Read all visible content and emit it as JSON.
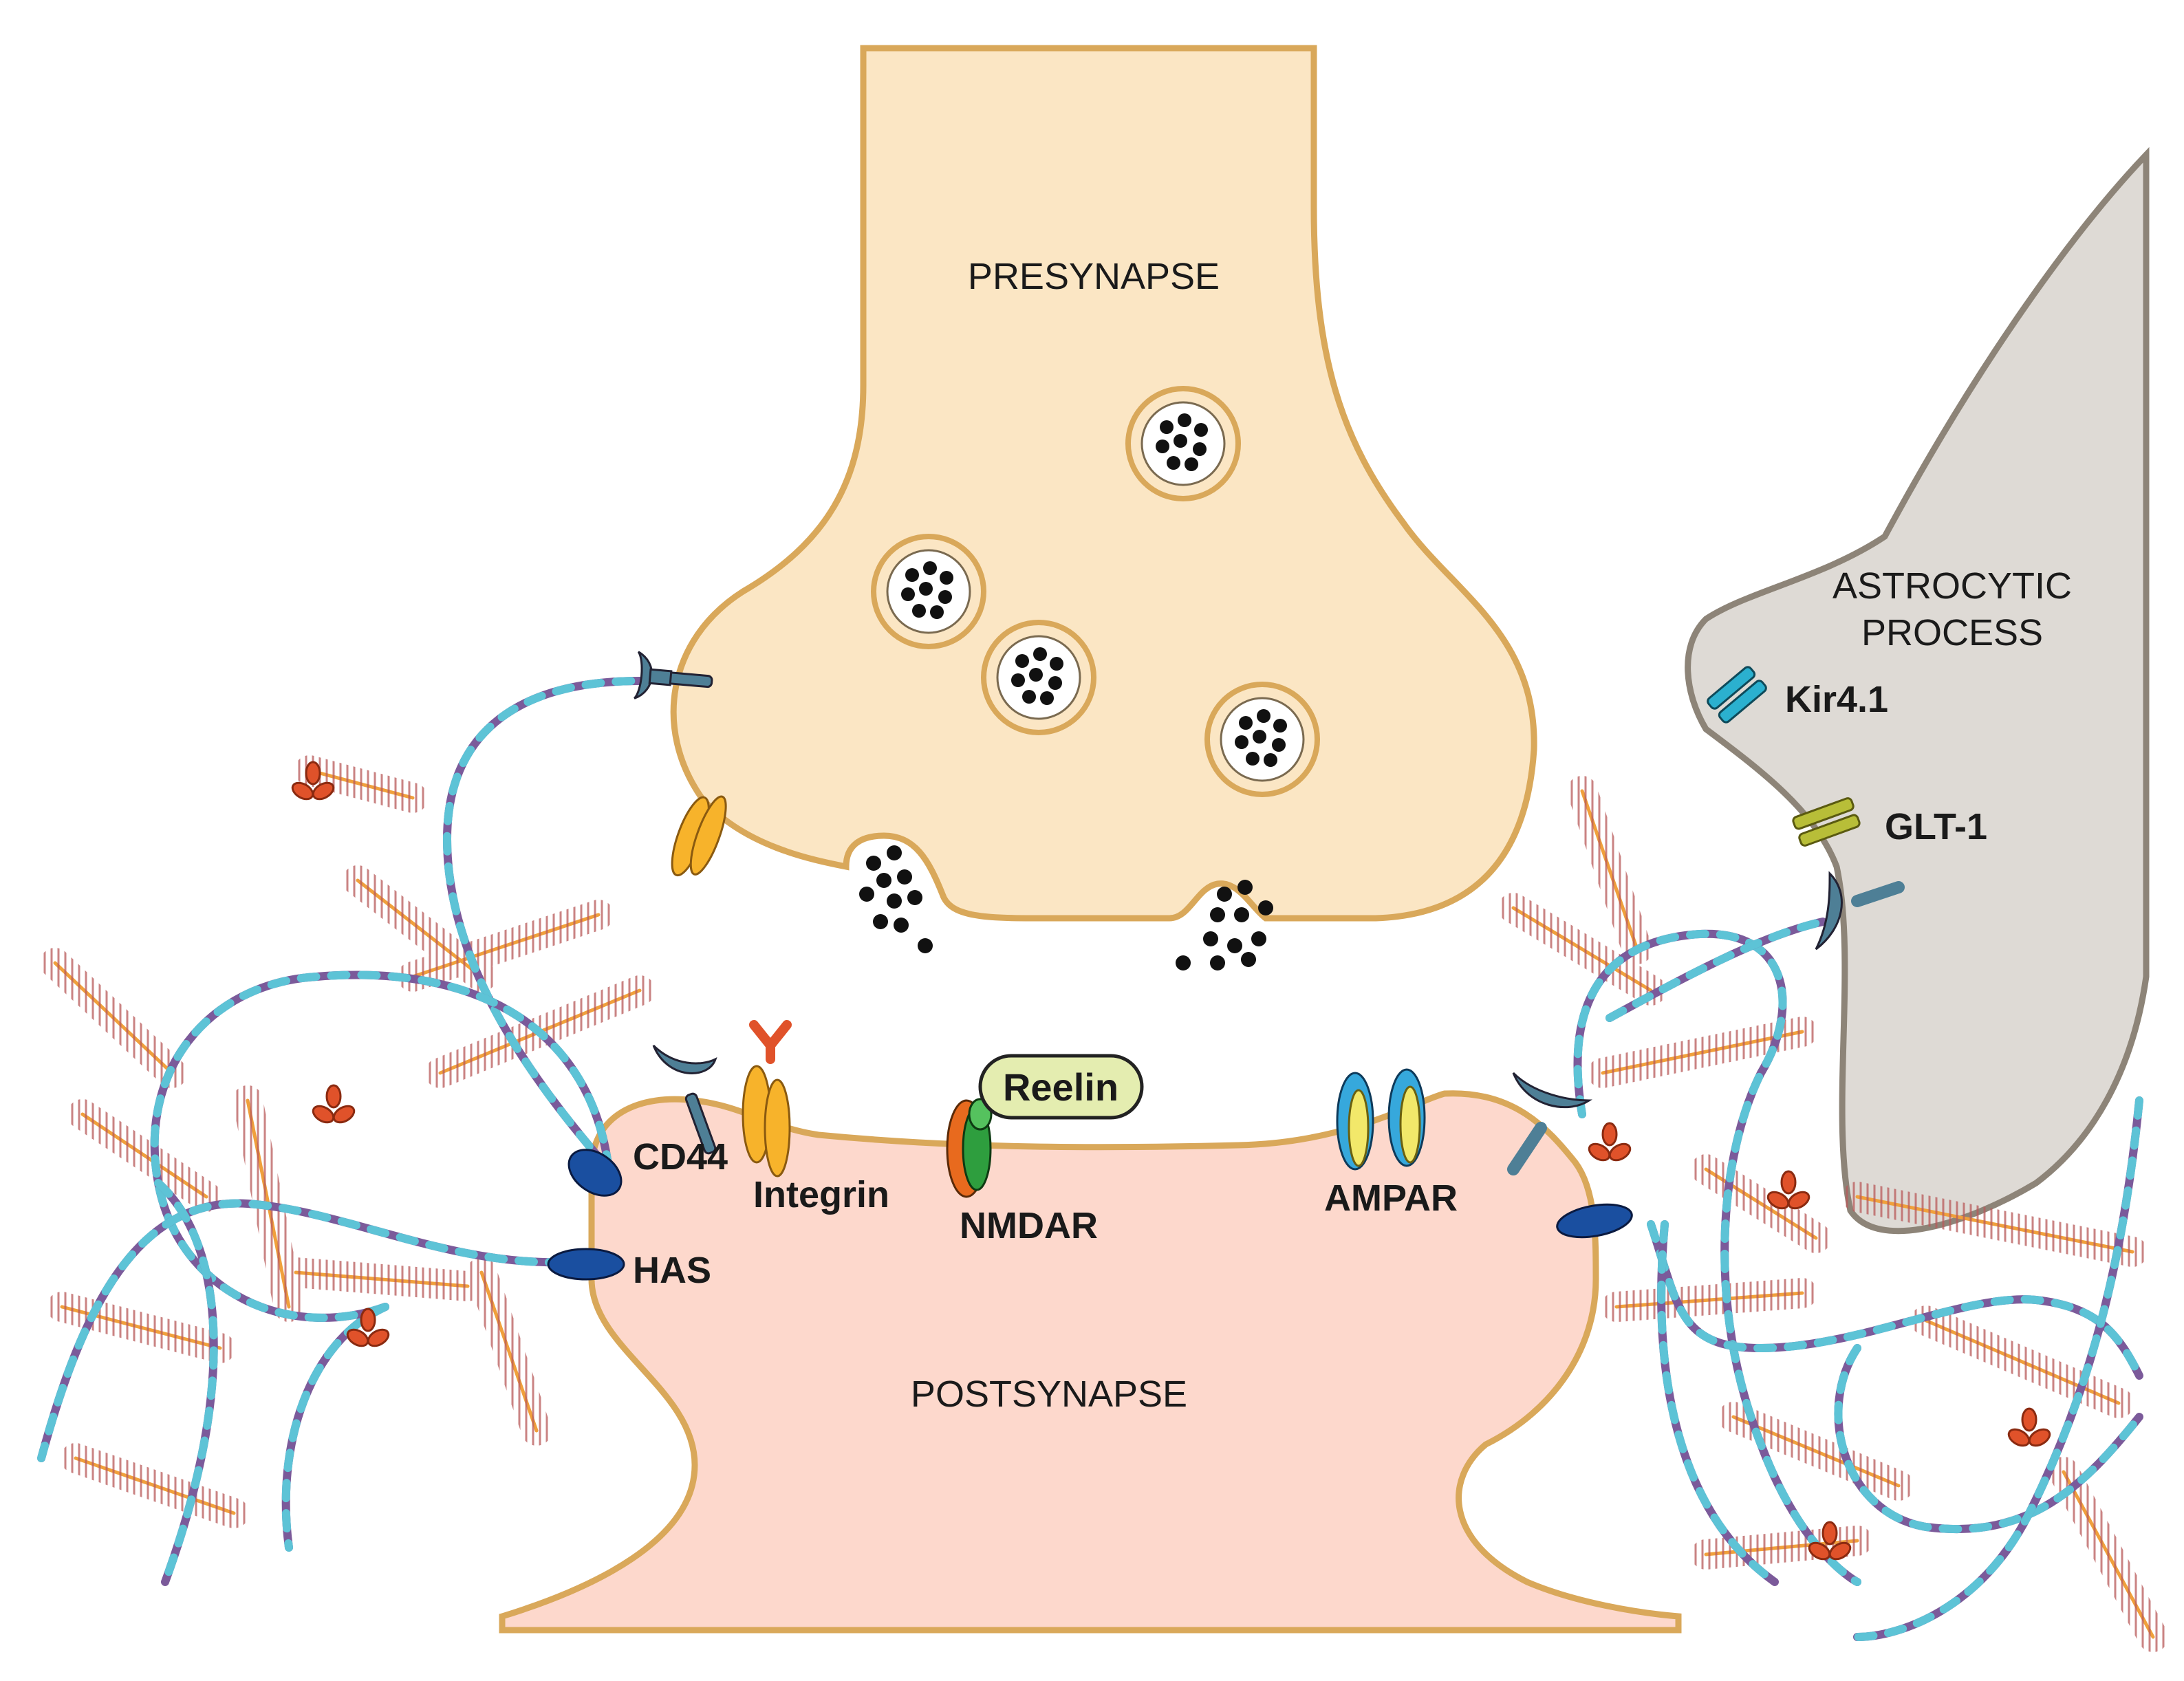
{
  "regions": {
    "presynapse": "PRESYNAPSE",
    "postsynapse": "POSTSYNAPSE",
    "astro_line1": "ASTROCYTIC",
    "astro_line2": "PROCESS"
  },
  "molecules": {
    "cd44": "CD44",
    "has": "HAS",
    "integrin": "Integrin",
    "nmdar": "NMDAR",
    "reelin": "Reelin",
    "ampar": "AMPAR",
    "kir41": "Kir4.1",
    "glt1": "GLT-1"
  },
  "colors": {
    "presynapse_fill": "#FBE6C4",
    "postsynapse_fill": "#FDD8CC",
    "astrocyte_fill": "#DEDAD5",
    "membrane": "#D9A85A",
    "astro_membrane": "#8D8478",
    "cd44": "#4E7F96",
    "has": "#1A4FA0",
    "integrin": "#F7B32B",
    "reelin_fill": "#E4EDB0",
    "nmdar_orange": "#E86A1E",
    "nmdar_green": "#2E9E3E",
    "ampar_cyan": "#36A8DC",
    "ampar_yellow": "#F2E86A",
    "kir41": "#2BB0CF",
    "glt1": "#B8BE38",
    "ha_cyan": "#5DC3D6",
    "ha_purple": "#7B5A9A",
    "proteoglycan_red": "#B85A5A",
    "proteoglycan_orange": "#F0A03C",
    "tenascin": "#E0522A"
  }
}
